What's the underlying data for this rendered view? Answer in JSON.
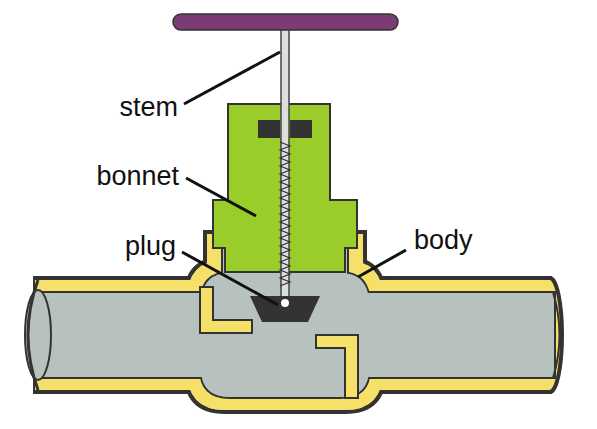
{
  "diagram": {
    "labels": [
      "stem",
      "bonnet",
      "plug",
      "body"
    ]
  }
}
